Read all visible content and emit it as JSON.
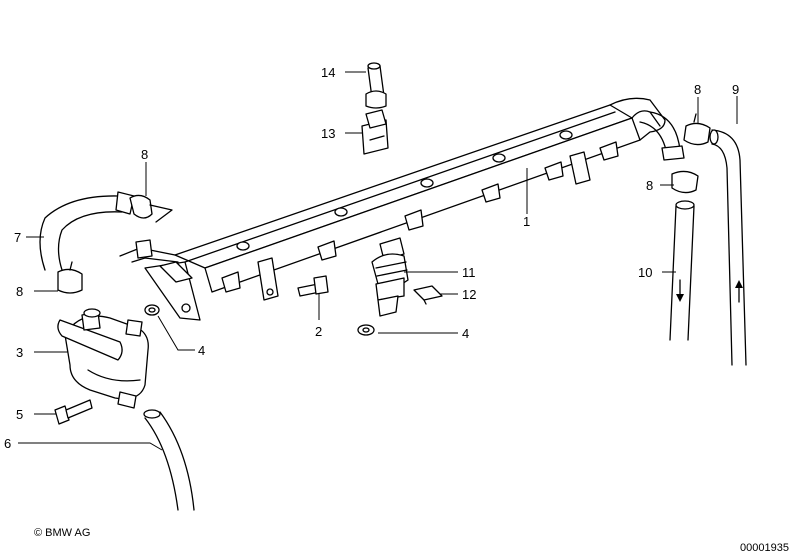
{
  "callouts": [
    {
      "id": "1",
      "label": "1"
    },
    {
      "id": "2",
      "label": "2"
    },
    {
      "id": "3",
      "label": "3"
    },
    {
      "id": "4a",
      "label": "4"
    },
    {
      "id": "4b",
      "label": "4"
    },
    {
      "id": "5",
      "label": "5"
    },
    {
      "id": "6",
      "label": "6"
    },
    {
      "id": "7",
      "label": "7"
    },
    {
      "id": "8a",
      "label": "8"
    },
    {
      "id": "8b",
      "label": "8"
    },
    {
      "id": "8c",
      "label": "8"
    },
    {
      "id": "8d",
      "label": "8"
    },
    {
      "id": "9",
      "label": "9"
    },
    {
      "id": "10",
      "label": "10"
    },
    {
      "id": "11",
      "label": "11"
    },
    {
      "id": "12",
      "label": "12"
    },
    {
      "id": "13",
      "label": "13"
    },
    {
      "id": "14",
      "label": "14"
    }
  ],
  "footer": {
    "copyright": "© BMW AG",
    "document_number": "00001935"
  }
}
